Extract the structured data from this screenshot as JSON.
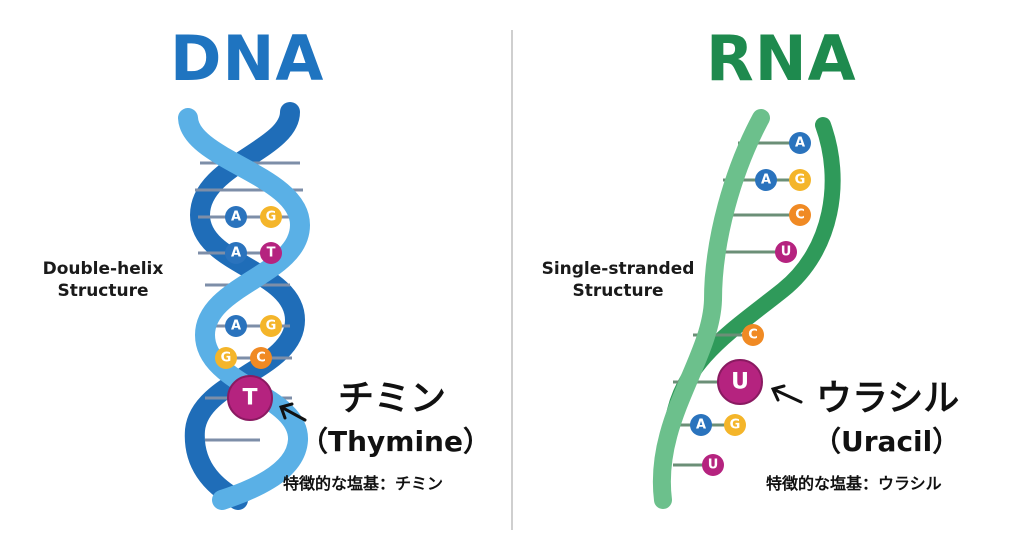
{
  "dna": {
    "title": "DNA",
    "title_color": "#1f74c0",
    "structure_line1": "Double-helix",
    "structure_line2": "Structure",
    "strand_light": "#5ab0e6",
    "strand_dark": "#1f6db8",
    "pairs": [
      {
        "left": "A",
        "right": "G"
      },
      {
        "left": "A",
        "right": "T"
      },
      {
        "left": "A",
        "right": "G"
      },
      {
        "left": "G",
        "right": "C"
      }
    ],
    "highlight_base": "T",
    "name_jp": "チミン",
    "name_en": "（Thymine）",
    "caption": "特徴的な塩基：チミン"
  },
  "rna": {
    "title": "RNA",
    "title_color": "#1e8a4e",
    "structure_line1": "Single-stranded",
    "structure_line2": "Structure",
    "strand_light": "#6cc08c",
    "strand_dark": "#2f9a5a",
    "bases": [
      "A",
      "A",
      "G",
      "C",
      "U",
      "C",
      "A",
      "G",
      "U"
    ],
    "highlight_base": "U",
    "name_jp": "ウラシル",
    "name_en": "（Uracil）",
    "caption": "特徴的な塩基：ウラシル"
  },
  "base_colors": {
    "A": "#2a73bd",
    "G": "#f4b52a",
    "T": "#b5237f",
    "C": "#f08a24",
    "U": "#b5237f"
  }
}
